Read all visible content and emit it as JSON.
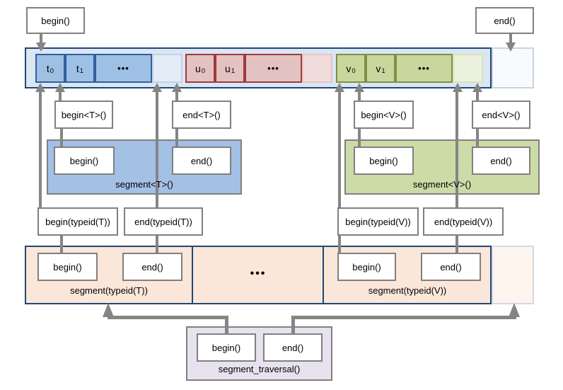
{
  "calls": {
    "begin": "begin()",
    "end": "end()",
    "begin_t": "begin<T>()",
    "end_t": "end<T>()",
    "begin_v": "begin<V>()",
    "end_v": "end<V>()",
    "segment_t": "segment<T>()",
    "segment_v": "segment<V>()",
    "begin_typeid_t": "begin(typeid(T))",
    "end_typeid_t": "end(typeid(T))",
    "begin_typeid_v": "begin(typeid(V))",
    "end_typeid_v": "end(typeid(V))",
    "segment_typeid_t": "segment(typeid(T))",
    "segment_typeid_v": "segment(typeid(V))",
    "segment_traversal": "segment_traversal()",
    "ellipsis": "•••"
  },
  "bar": {
    "groups": [
      {
        "type": "T",
        "cells": [
          {
            "base": "t",
            "sub": "0"
          },
          {
            "base": "t",
            "sub": "1"
          }
        ],
        "dots": "•••"
      },
      {
        "type": "U",
        "cells": [
          {
            "base": "u",
            "sub": "0"
          },
          {
            "base": "u",
            "sub": "1"
          }
        ],
        "dots": "•••"
      },
      {
        "type": "V",
        "cells": [
          {
            "base": "v",
            "sub": "0"
          },
          {
            "base": "v",
            "sub": "1"
          }
        ],
        "dots": "•••"
      }
    ]
  },
  "colors": {
    "navy_border": "#1f4876",
    "bar_fill": "#dce6f2",
    "bar_extension_fill": "#f8fafd",
    "t_cell_fill": "#9dc0e4",
    "t_cell_border": "#31609c",
    "u_cell_fill": "#e3c3c2",
    "u_cell_border": "#9e3b3b",
    "v_cell_fill": "#c9d79e",
    "v_cell_border": "#7c9144",
    "segment_t_fill": "#a3c1e5",
    "segment_v_fill": "#ccdca6",
    "typeid_band_fill": "#fbe7d9",
    "typeid_band_extension_fill": "#fdf4ed",
    "traversal_fill": "#e7e2ee",
    "box_border": "#808080",
    "connector": "#858585"
  }
}
